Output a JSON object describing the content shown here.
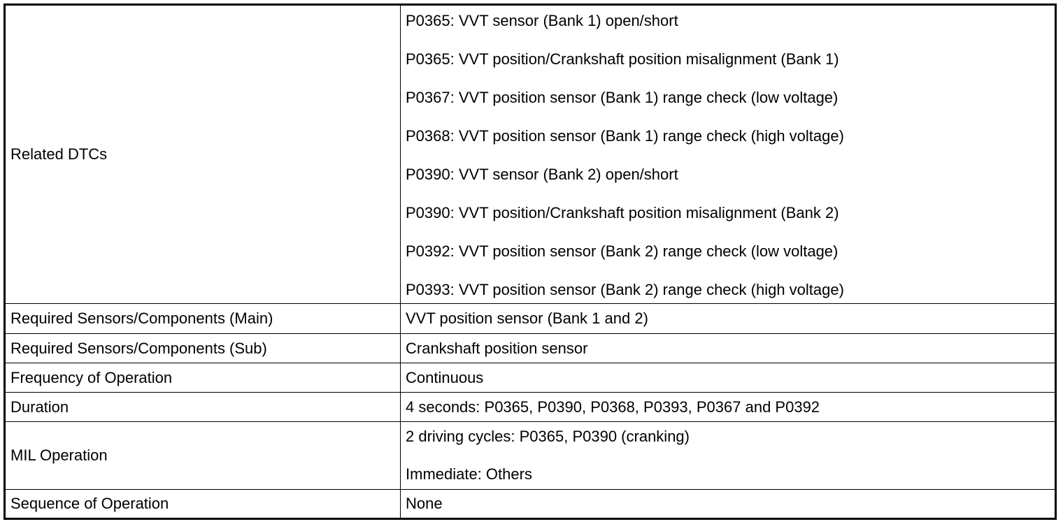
{
  "rows": [
    {
      "label": "Related DTCs",
      "values": [
        "P0365: VVT sensor (Bank 1) open/short",
        "P0365: VVT position/Crankshaft position misalignment (Bank 1)",
        "P0367: VVT position sensor (Bank 1) range check (low voltage)",
        "P0368: VVT position sensor (Bank 1) range check (high voltage)",
        "P0390: VVT sensor (Bank 2) open/short",
        "P0390: VVT position/Crankshaft position misalignment (Bank 2)",
        "P0392: VVT position sensor (Bank 2) range check (low voltage)",
        "P0393: VVT position sensor (Bank 2) range check (high voltage)"
      ]
    },
    {
      "label": "Required Sensors/Components (Main)",
      "values": [
        "VVT position sensor (Bank 1 and 2)"
      ]
    },
    {
      "label": "Required Sensors/Components (Sub)",
      "values": [
        "Crankshaft position sensor"
      ]
    },
    {
      "label": "Frequency of Operation",
      "values": [
        "Continuous"
      ]
    },
    {
      "label": "Duration",
      "values": [
        "4 seconds: P0365, P0390, P0368, P0393, P0367 and P0392"
      ]
    },
    {
      "label": "MIL Operation",
      "values": [
        "2 driving cycles: P0365, P0390 (cranking)",
        "Immediate: Others"
      ]
    },
    {
      "label": "Sequence of Operation",
      "values": [
        "None"
      ]
    }
  ]
}
